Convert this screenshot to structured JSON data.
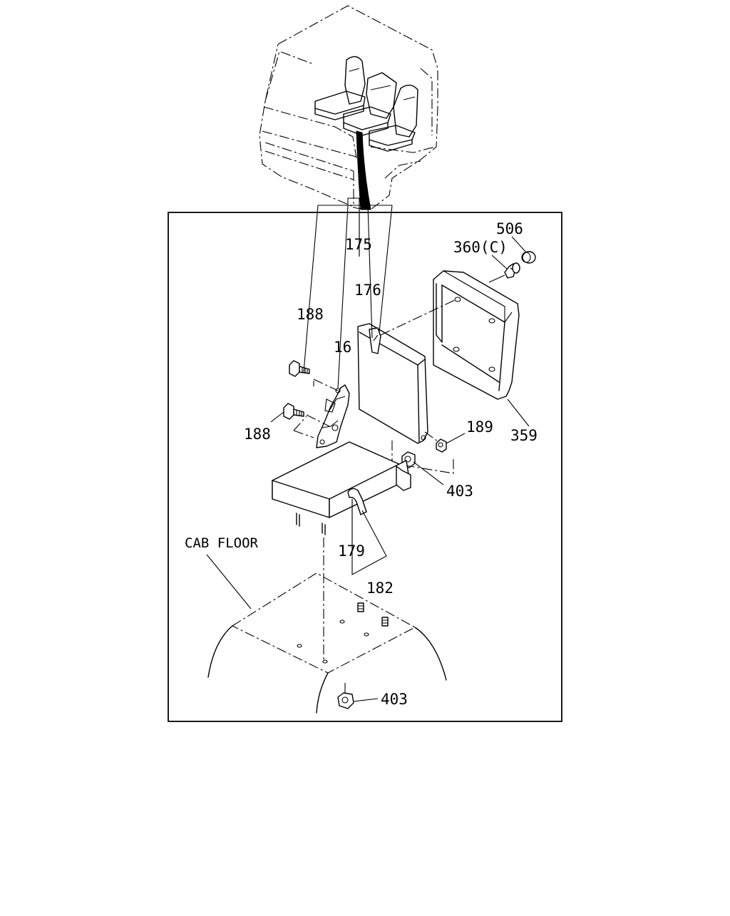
{
  "labels": {
    "l175": "175",
    "l176": "176",
    "l188a": "188",
    "l16": "16",
    "l188b": "188",
    "l506": "506",
    "l360": "360(C)",
    "l359": "359",
    "l189": "189",
    "l403a": "403",
    "l179": "179",
    "l182": "182",
    "l403b": "403",
    "cab_floor": "CAB FLOOR"
  }
}
